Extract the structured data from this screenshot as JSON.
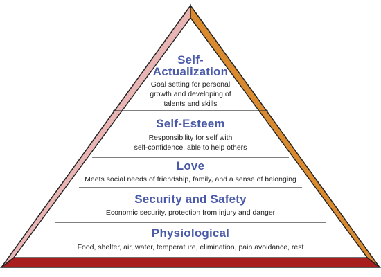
{
  "colors": {
    "left_frame": "#e8b4b4",
    "right_frame": "#d98a2e",
    "base_frame": "#a81e1e",
    "title_text": "#4a5aa8",
    "divider": "#333333"
  },
  "tiers": [
    {
      "title_lines": [
        "Self-",
        "Actualization"
      ],
      "desc_lines": [
        "Goal setting for personal",
        "growth and developing of",
        "talents and skills"
      ]
    },
    {
      "title_lines": [
        "Self-Esteem"
      ],
      "desc_lines": [
        "Responsibility for self with",
        "self-confidence, able to help others"
      ]
    },
    {
      "title_lines": [
        "Love"
      ],
      "desc_lines": [
        "Meets social needs of friendship, family, and a sense of belonging"
      ]
    },
    {
      "title_lines": [
        "Security and Safety"
      ],
      "desc_lines": [
        "Economic security, protection from injury and danger"
      ]
    },
    {
      "title_lines": [
        "Physiological"
      ],
      "desc_lines": [
        "Food, shelter, air, water, temperature, elimination, pain avoidance, rest"
      ]
    }
  ]
}
